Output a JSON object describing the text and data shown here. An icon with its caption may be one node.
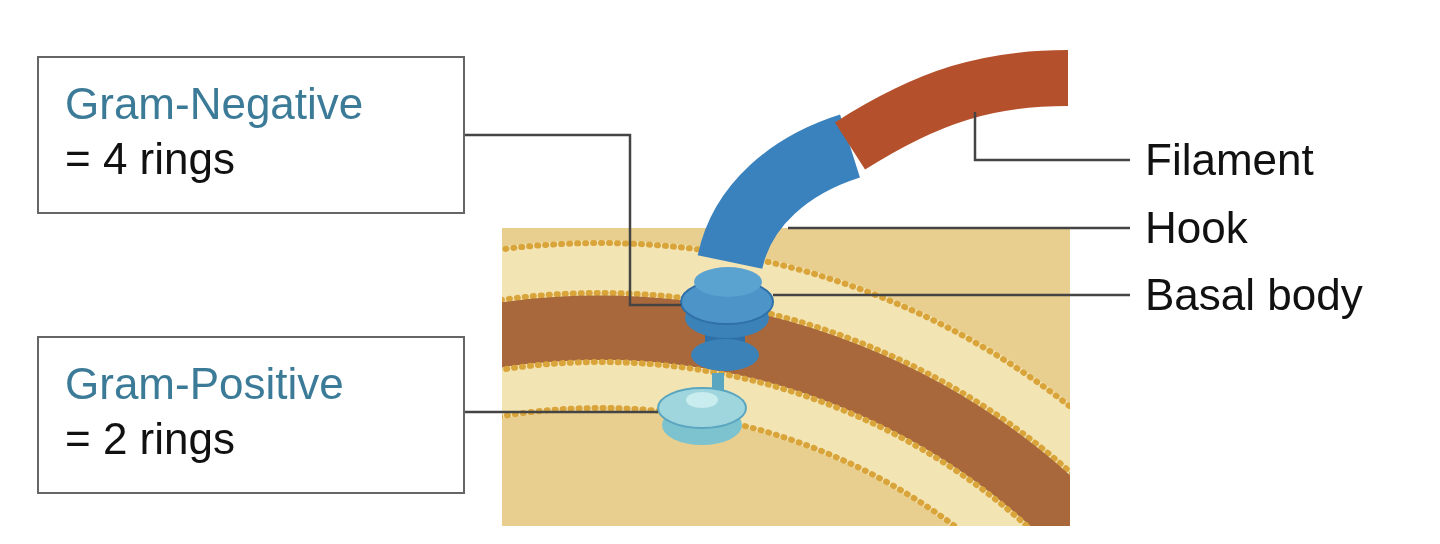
{
  "diagram": {
    "nodes": [
      {
        "text": [
          "Gram-Negative",
          "= 4 rings"
        ]
      },
      {
        "text": [
          "Gram-Positive",
          "= 2 rings"
        ]
      },
      {
        "text": [
          "Filament"
        ]
      },
      {
        "text": [
          "Hook"
        ]
      },
      {
        "text": [
          "Basal body"
        ]
      },
      {
        "text": [],
        "shape": "picture"
      },
      {
        "text": [],
        "shape": "picture"
      },
      {
        "text": [],
        "shape": "picture"
      },
      {
        "text": [],
        "shape": "picture"
      }
    ],
    "edges": [
      {
        "from": 0,
        "to": 6,
        "arrow": "none"
      },
      {
        "from": 1,
        "to": 5,
        "arrow": "none"
      },
      {
        "from": 2,
        "to": 8,
        "arrow": "none"
      },
      {
        "from": 3,
        "to": 7,
        "arrow": "none"
      },
      {
        "from": 4,
        "to": 6,
        "arrow": "none"
      }
    ]
  }
}
